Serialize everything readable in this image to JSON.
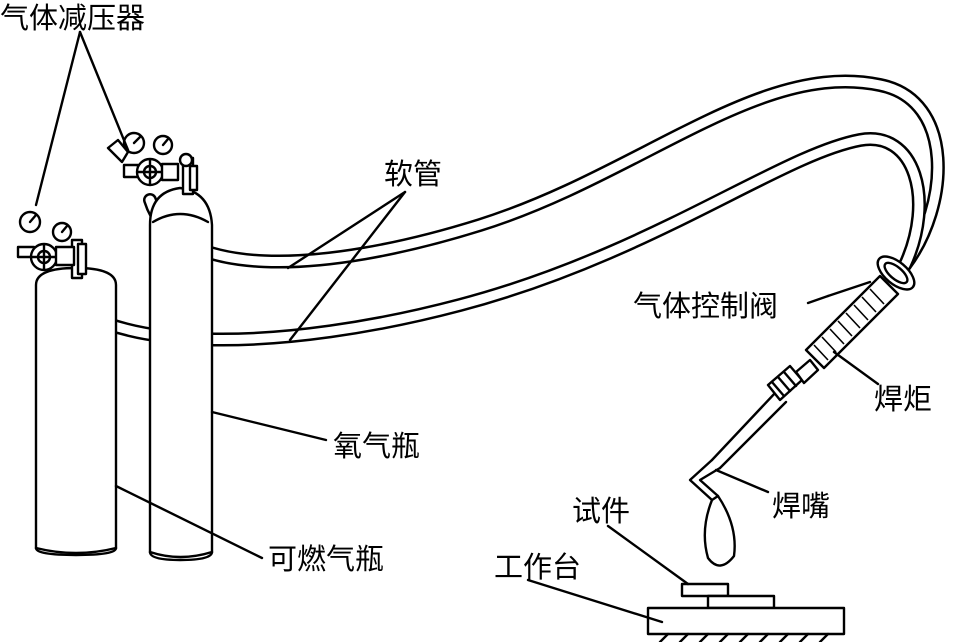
{
  "labels": {
    "regulator": "气体减压器",
    "hose": "软管",
    "control_valve": "气体控制阀",
    "oxygen_cylinder": "氧气瓶",
    "torch": "焊炬",
    "acetylene_cylinder": "可燃气瓶",
    "nozzle": "焊嘴",
    "workpiece": "试件",
    "workbench": "工作台"
  }
}
